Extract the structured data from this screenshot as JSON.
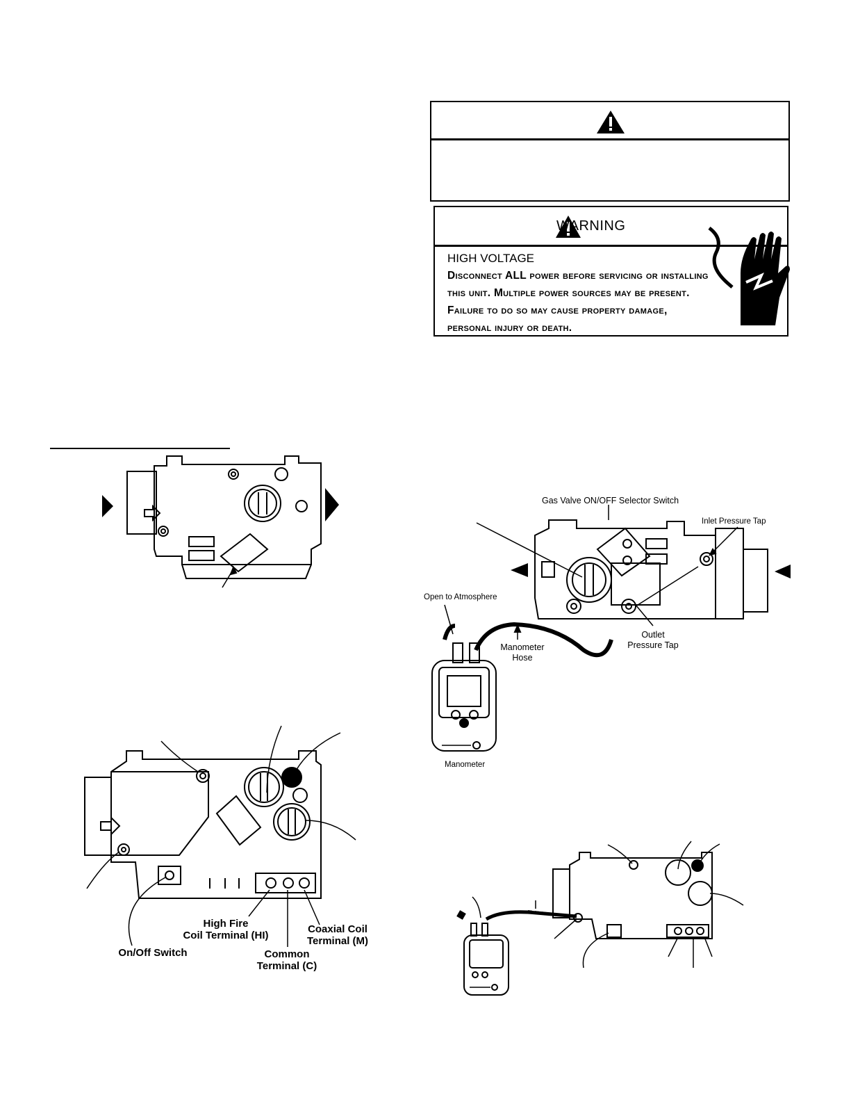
{
  "warning": {
    "title": "WARNING",
    "heading": "HIGH VOLTAGE",
    "body": "Disconnect ALL power before servicing or installing this unit. Multiple power sources may be present. Failure to do so may cause property damage, personal injury or death."
  },
  "figure_valve_wiring": {
    "on_off_switch": "On/Off Switch",
    "high_fire": "High Fire\nCoil Terminal (HI)",
    "common": "Common\nTerminal (C)",
    "coaxial": "Coaxial Coil\nTerminal (M)"
  },
  "figure_manometer": {
    "selector_switch": "Gas Valve ON/OFF Selector Switch",
    "inlet_tap": "Inlet Pressure Tap",
    "open_atmosphere": "Open to Atmosphere",
    "manometer_hose": "Manometer\nHose",
    "outlet_tap": "Outlet\nPressure Tap",
    "manometer": "Manometer"
  },
  "colors": {
    "ink": "#000000",
    "paper": "#ffffff"
  }
}
